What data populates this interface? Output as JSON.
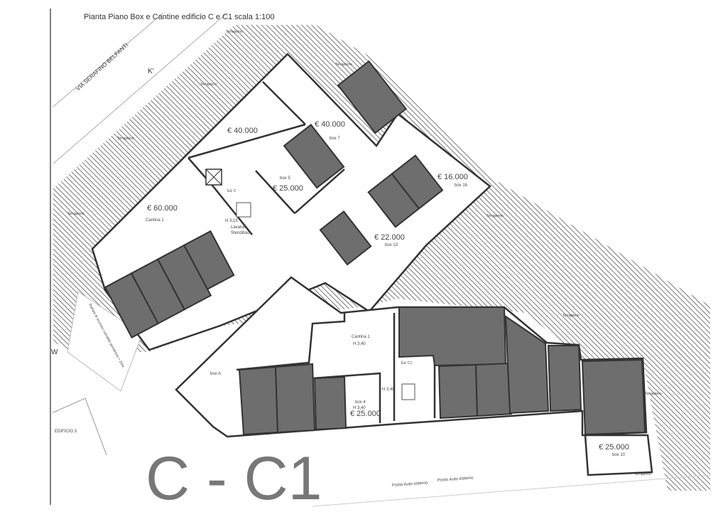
{
  "title": "Pianta Piano Box e Cantine edificio C e C1 scala 1:100",
  "street": "VIA SERAFINO BELFANTI",
  "section_marks": {
    "k": "K'",
    "w": "W"
  },
  "big_label": "C - C1",
  "terrapieno": "Terrapieno",
  "building_3": "EDIFICIO 3",
  "ramp_note": "Rampa di accesso carrabile pendenza < 20%",
  "rooms": {
    "cantina_upper": {
      "price": "€ 60.000",
      "name": "Cantina 1"
    },
    "room_top": {
      "price": "€ 40.000"
    },
    "box7": {
      "price": "€ 40.000",
      "name": "box 7"
    },
    "box5": {
      "price": "€ 25.000",
      "name": "box 5"
    },
    "lavatoio": {
      "height": "H 3,15",
      "name1": "Lavatoio",
      "name2": "Stenditoio"
    },
    "edc": "Ed. C",
    "box16": {
      "price": "€ 16.000",
      "name": "box 16"
    },
    "box13": {
      "price": "€ 22.000",
      "name": "box 13"
    },
    "cantina_lower": {
      "name": "Cantina 1",
      "height": "H 3,40"
    },
    "boxA": {
      "name": "box A"
    },
    "box4": {
      "name": "box 4",
      "height": "H 3,40",
      "price": "€ 25.000"
    },
    "corridor_height": "H 3,40",
    "edc1": "Ed. C1",
    "box10": {
      "price": "€ 25.000",
      "name": "box 10"
    }
  },
  "parking": [
    "Posto Auto esterno",
    "Posto Auto esterno"
  ],
  "colors": {
    "box_fill": "#6e6e6e",
    "hatch": "#555555",
    "wall": "#333333"
  }
}
